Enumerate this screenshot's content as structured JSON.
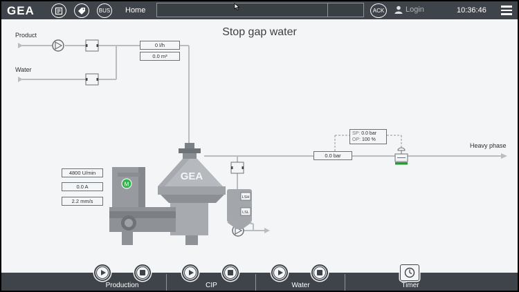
{
  "header": {
    "logo": "GEA",
    "bus_label": "BUS",
    "home_label": "Home",
    "ack_label": "ACK",
    "login_label": "Login",
    "time": "10:36:46"
  },
  "page": {
    "title": "Stop gap water"
  },
  "labels": {
    "product": "Product",
    "water": "Water",
    "heavy_phase": "Heavy phase"
  },
  "readouts": {
    "flow": "0 l/h",
    "volume": "0.0 m³",
    "pressure": "0.0 bar",
    "speed": "4800 U/min",
    "current": "0.0 A",
    "vibration": "2.2 mm/s",
    "sp_key": "SP:",
    "sp_value": "0.0 bar",
    "op_key": "OP:",
    "op_value": "100 %"
  },
  "machine": {
    "motor_label": "M",
    "brand": "GEA",
    "lsh": "LSH",
    "lsl": "LSL"
  },
  "footer": {
    "groups": [
      {
        "label": "Production"
      },
      {
        "label": "CIP"
      },
      {
        "label": "Water"
      },
      {
        "label": "Timer"
      }
    ]
  },
  "colors": {
    "bar": "#3f444a",
    "canvas": "#f4f5f6",
    "valve_open": "#1fa02c",
    "motor_on": "#2db44a"
  }
}
